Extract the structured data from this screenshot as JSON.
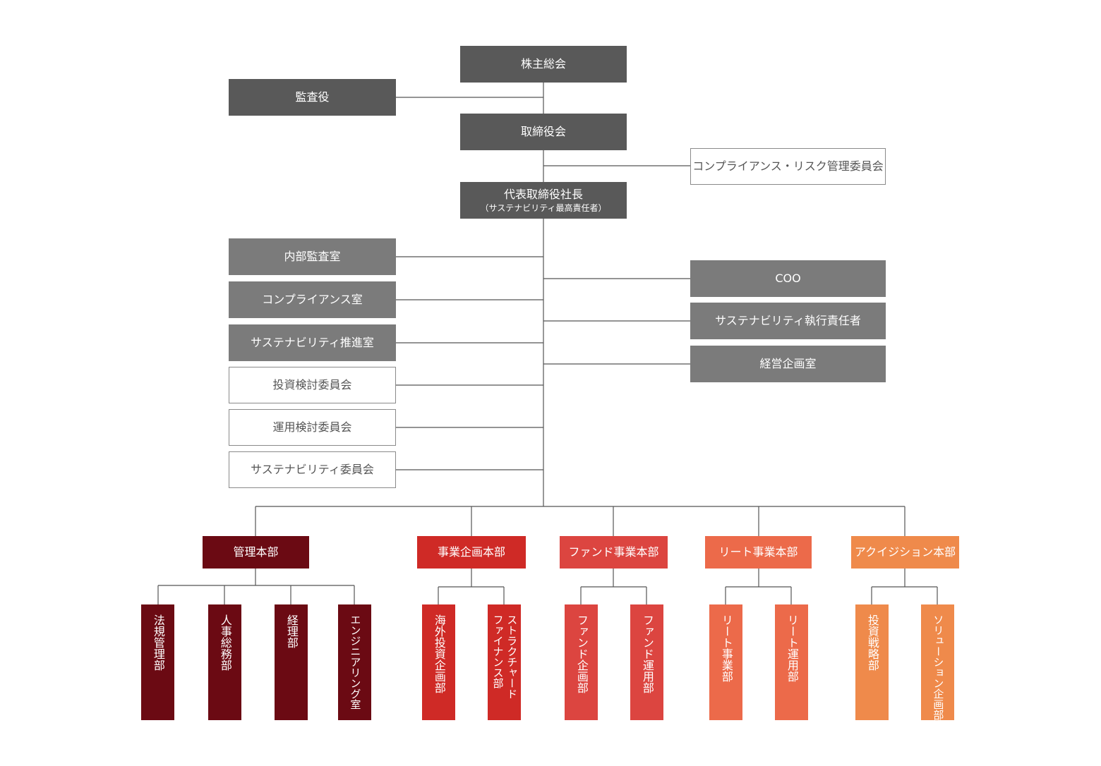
{
  "top": {
    "shareholders": "株主総会",
    "auditor": "監査役",
    "board": "取締役会",
    "compliance_risk_committee": "コンプライアンス・リスク管理委員会",
    "ceo": "代表取締役社長",
    "ceo_sub": "（サステナビリティ最高責任者）"
  },
  "left_staff": [
    "内部監査室",
    "コンプライアンス室",
    "サステナビリティ推進室"
  ],
  "left_committees": [
    "投資検討委員会",
    "運用検討委員会",
    "サステナビリティ委員会"
  ],
  "right_staff": [
    "COO",
    "サステナビリティ執行責任者",
    "経営企画室"
  ],
  "divisions": [
    {
      "name": "管理本部",
      "color": "#6b0a13",
      "departments": [
        [
          "法規管理部"
        ],
        [
          "人事総務部"
        ],
        [
          "経理部"
        ],
        [
          "エンジニアリング室"
        ]
      ]
    },
    {
      "name": "事業企画本部",
      "color": "#cf2a26",
      "departments": [
        [
          "海外投資企画部"
        ],
        [
          "ストラクチャード",
          "ファイナンス部"
        ]
      ]
    },
    {
      "name": "ファンド事業本部",
      "color": "#dc4540",
      "departments": [
        [
          "ファンド企画部"
        ],
        [
          "ファンド運用部"
        ]
      ]
    },
    {
      "name": "リート事業本部",
      "color": "#ec6a4a",
      "departments": [
        [
          "リート事業部"
        ],
        [
          "リート運用部"
        ]
      ]
    },
    {
      "name": "アクイジション本部",
      "color": "#ef8a4b",
      "departments": [
        [
          "投資戦略部"
        ],
        [
          "ソリューション企画部"
        ]
      ]
    }
  ]
}
